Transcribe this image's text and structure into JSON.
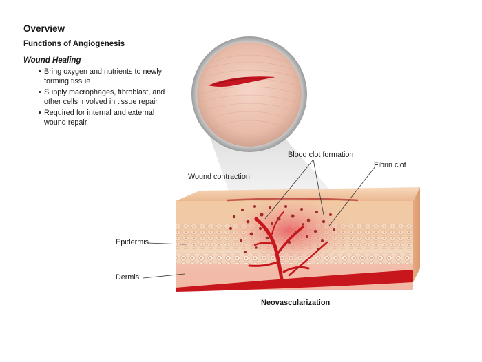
{
  "heading": "Overview",
  "subheading": "Functions of Angiogenesis",
  "section": "Wound Healing",
  "bullets": [
    {
      "line1": "Bring oxygen and nutrients to newly",
      "line2": "forming tissue"
    },
    {
      "line1": "Supply macrophages, fibroblast, and",
      "line2": "other cells involved in tissue repair"
    },
    {
      "line1": "Required for internal and external",
      "line2": "wound repair"
    }
  ],
  "labels": {
    "blood_clot": "Blood clot formation",
    "fibrin_clot": "Fibrin clot",
    "wound_contraction": "Wound contraction",
    "epidermis": "Epidermis",
    "dermis": "Dermis",
    "neovascularization": "Neovascularization"
  },
  "colors": {
    "skin_top": "#f2c7a4",
    "skin_side": "#e9b48e",
    "vessel": "#c8161d",
    "clot": "#9e2a2b"
  }
}
